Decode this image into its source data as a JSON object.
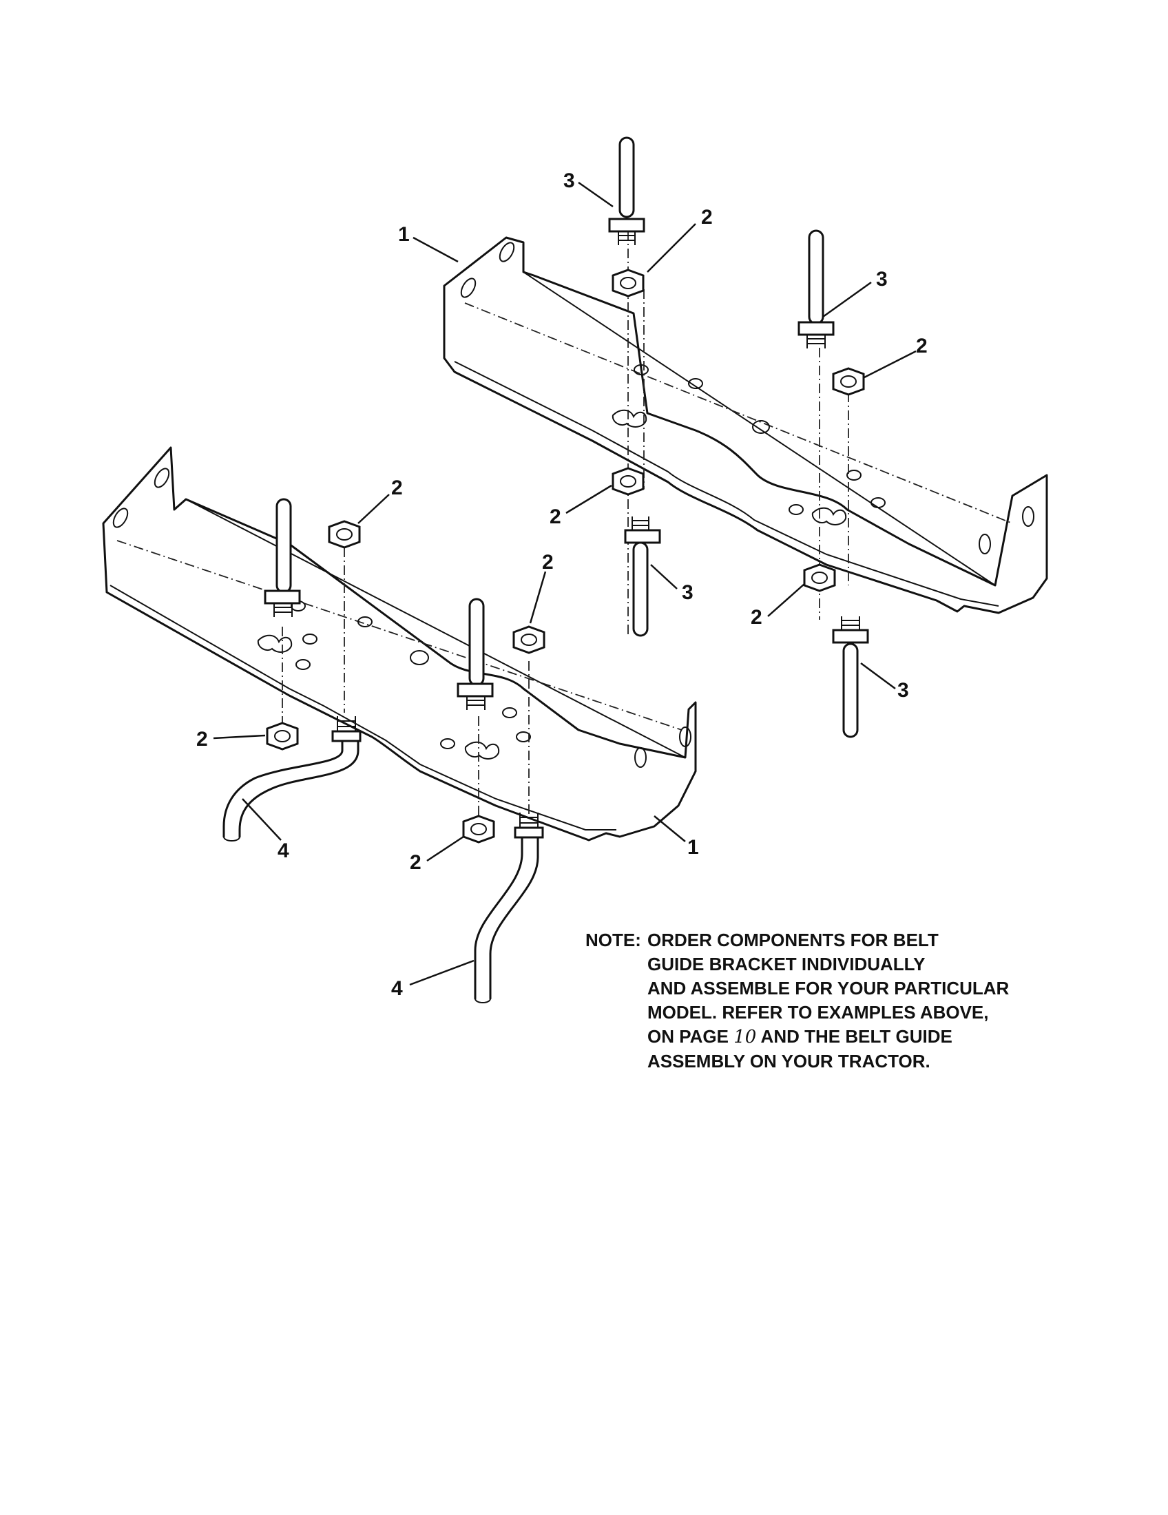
{
  "callouts": {
    "c1a": "1",
    "c1b": "1",
    "c2a": "2",
    "c2b": "2",
    "c2c": "2",
    "c2d": "2",
    "c2e": "2",
    "c2f": "2",
    "c2g": "2",
    "c2h": "2",
    "c3a": "3",
    "c3b": "3",
    "c3c": "3",
    "c3d": "3",
    "c4a": "4",
    "c4b": "4"
  },
  "note": {
    "label": "NOTE:",
    "line1": "ORDER COMPONENTS FOR BELT",
    "line2": "GUIDE BRACKET  INDIVIDUALLY",
    "line3": "AND ASSEMBLE FOR YOUR PARTICULAR",
    "line4": "MODEL. REFER TO EXAMPLES ABOVE,",
    "line5_a": "ON PAGE ",
    "line5_page": "10",
    "line5_b": " AND THE BELT GUIDE",
    "line6": "ASSEMBLY ON YOUR TRACTOR."
  }
}
